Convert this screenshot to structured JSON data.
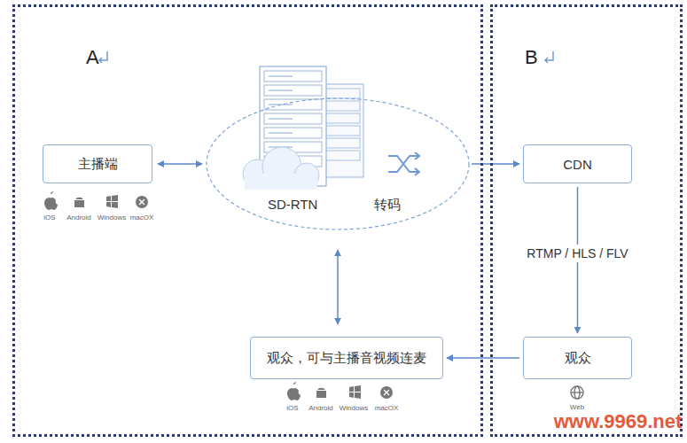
{
  "diagram": {
    "nodes": [
      {
        "text": [
          "A"
        ]
      },
      {
        "text": [
          "主播端"
        ],
        "in": 0
      },
      {
        "text": [
          "SD-RTN",
          "转码"
        ],
        "in": 0
      },
      {
        "text": [
          "观众，可与主播音视频连麦"
        ],
        "in": 0
      },
      {
        "text": [
          "B"
        ]
      },
      {
        "text": [
          "CDN"
        ],
        "in": 4
      },
      {
        "text": [
          "观众"
        ],
        "in": 4
      }
    ],
    "edges": [
      {
        "from": 1,
        "to": 2,
        "arrow": "both"
      },
      {
        "from": 2,
        "to": 5,
        "arrow": "to"
      },
      {
        "from": 5,
        "to": 6,
        "label": "RTMP / HLS / FLV",
        "arrow": "to"
      },
      {
        "from": 2,
        "to": 3,
        "arrow": "both"
      },
      {
        "from": 6,
        "to": 3,
        "arrow": "to"
      }
    ],
    "labels": [
      "iOS",
      "Android",
      "Windows",
      "macOX",
      "iOS",
      "Android",
      "Windows",
      "macOX",
      "Web",
      "www.9969.net"
    ]
  }
}
